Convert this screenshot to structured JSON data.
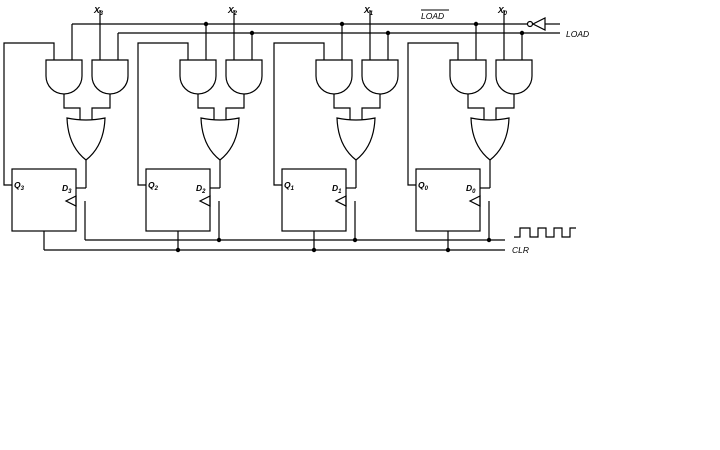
{
  "diagram": {
    "inputs": {
      "x3": {
        "letter": "X",
        "sub": "3"
      },
      "x2": {
        "letter": "X",
        "sub": "2"
      },
      "x1": {
        "letter": "X",
        "sub": "1"
      },
      "x0": {
        "letter": "X",
        "sub": "0"
      },
      "load_bar": "LOAD",
      "load": "LOAD",
      "clr": "CLR"
    },
    "flipflops": [
      {
        "q_letter": "Q",
        "q_sub": "3",
        "d_letter": "D",
        "d_sub": "3"
      },
      {
        "q_letter": "Q",
        "q_sub": "2",
        "d_letter": "D",
        "d_sub": "2"
      },
      {
        "q_letter": "Q",
        "q_sub": "1",
        "d_letter": "D",
        "d_sub": "1"
      },
      {
        "q_letter": "Q",
        "q_sub": "0",
        "d_letter": "D",
        "d_sub": "0"
      }
    ],
    "colors": {
      "ink": "#000000",
      "background": "#ffffff"
    }
  }
}
